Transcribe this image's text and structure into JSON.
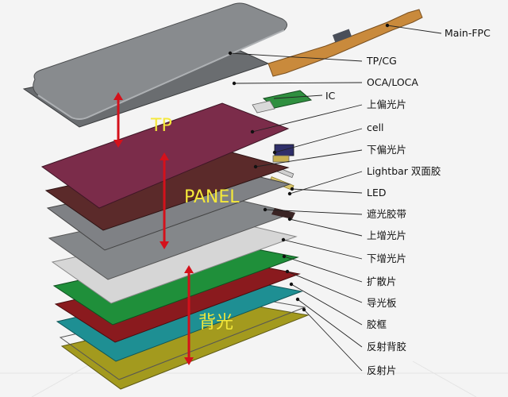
{
  "diagram": {
    "layers": [
      {
        "id": "fpc",
        "label": "Main-FPC"
      },
      {
        "id": "tpcg",
        "label": "TP/CG"
      },
      {
        "id": "oca",
        "label": "OCA/LOCA"
      },
      {
        "id": "ic",
        "label": "IC"
      },
      {
        "id": "upper_polarizer",
        "label": "上偏光片"
      },
      {
        "id": "cell",
        "label": "cell"
      },
      {
        "id": "lower_polarizer",
        "label": "下偏光片"
      },
      {
        "id": "lightbar_tape",
        "label": "Lightbar 双面胶"
      },
      {
        "id": "led",
        "label": "LED"
      },
      {
        "id": "shading_tape",
        "label": "遮光胶带"
      },
      {
        "id": "upper_bef",
        "label": "上增光片"
      },
      {
        "id": "lower_bef",
        "label": "下增光片"
      },
      {
        "id": "diffuser",
        "label": "扩散片"
      },
      {
        "id": "light_guide",
        "label": "导光板"
      },
      {
        "id": "frame",
        "label": "胶框"
      },
      {
        "id": "reflector_tape",
        "label": "反射背胶"
      },
      {
        "id": "reflector",
        "label": "反射片"
      }
    ],
    "groups": [
      {
        "id": "tp",
        "label": "TP"
      },
      {
        "id": "panel",
        "label": "PANEL"
      },
      {
        "id": "backlight",
        "label": "背光"
      }
    ],
    "colors": {
      "arrow": "#d4111b",
      "group_text": "#f4e83a",
      "cover_glass": "#878a8d",
      "oca": "#6a6d70",
      "polarizer_upper": "#7b2c4a",
      "cell": "#5b2a2a",
      "polarizer_lower": "#7f8185",
      "bef_upper": "#858789",
      "bef_lower": "#cfcfcf",
      "diffuser": "#1f8f3a",
      "light_guide": "#8a1a1e",
      "frame": "#1e8f93",
      "reflector": "#a39a1e",
      "fpc": "#c98a3c"
    }
  }
}
